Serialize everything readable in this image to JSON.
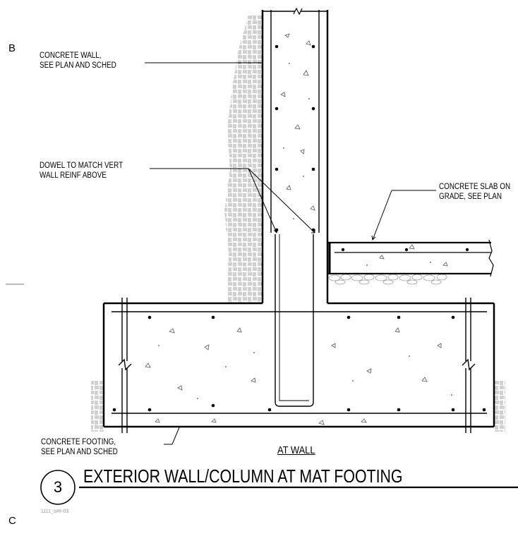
{
  "grid": {
    "top": "B",
    "bottom": "C"
  },
  "notes": {
    "wall": "CONCRETE WALL,\nSEE PLAN AND SCHED",
    "dowel": "DOWEL TO MATCH VERT\nWALL REINF ABOVE",
    "slab": "CONCRETE SLAB ON\nGRADE, SEE PLAN",
    "footing": "CONCRETE FOOTING,\nSEE PLAN AND SCHED"
  },
  "detail": {
    "number": "3",
    "title": "EXTERIOR WALL/COLUMN AT MAT FOOTING",
    "subtitle": "AT WALL",
    "file_id": "1111_s##-03"
  }
}
